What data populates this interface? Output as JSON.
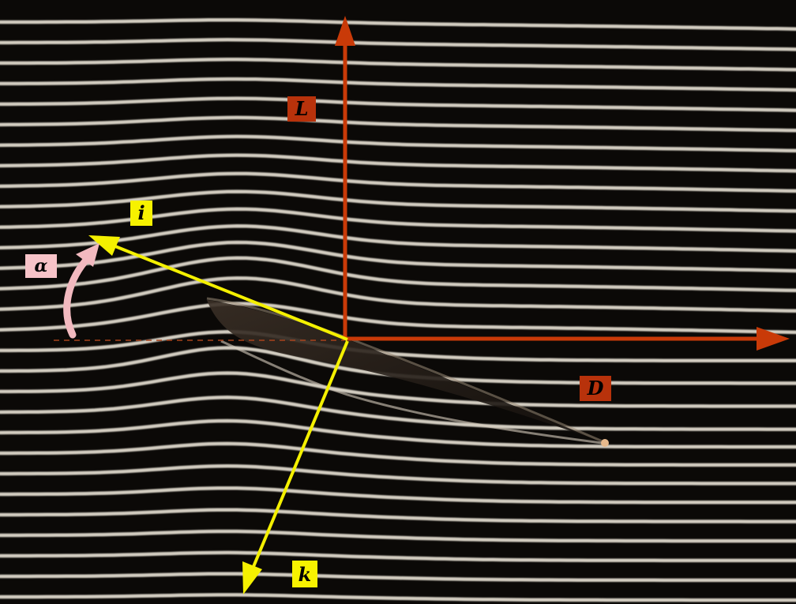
{
  "figure": {
    "labels": {
      "lift": "L",
      "drag": "D",
      "axis_i": "i",
      "axis_k": "k",
      "angle": "α"
    },
    "colors": {
      "background": "#0b0907",
      "streamline": "#e9e3d6",
      "force_arrow": "#c93a08",
      "force_label_bg": "#b8320b",
      "force_label_text": "#000000",
      "axis_arrow": "#f4f000",
      "axis_label_bg": "#f7f200",
      "angle_arc": "#f2b9bf",
      "angle_label_bg": "#f7c3c8",
      "reference_line": "#a8431c"
    }
  }
}
